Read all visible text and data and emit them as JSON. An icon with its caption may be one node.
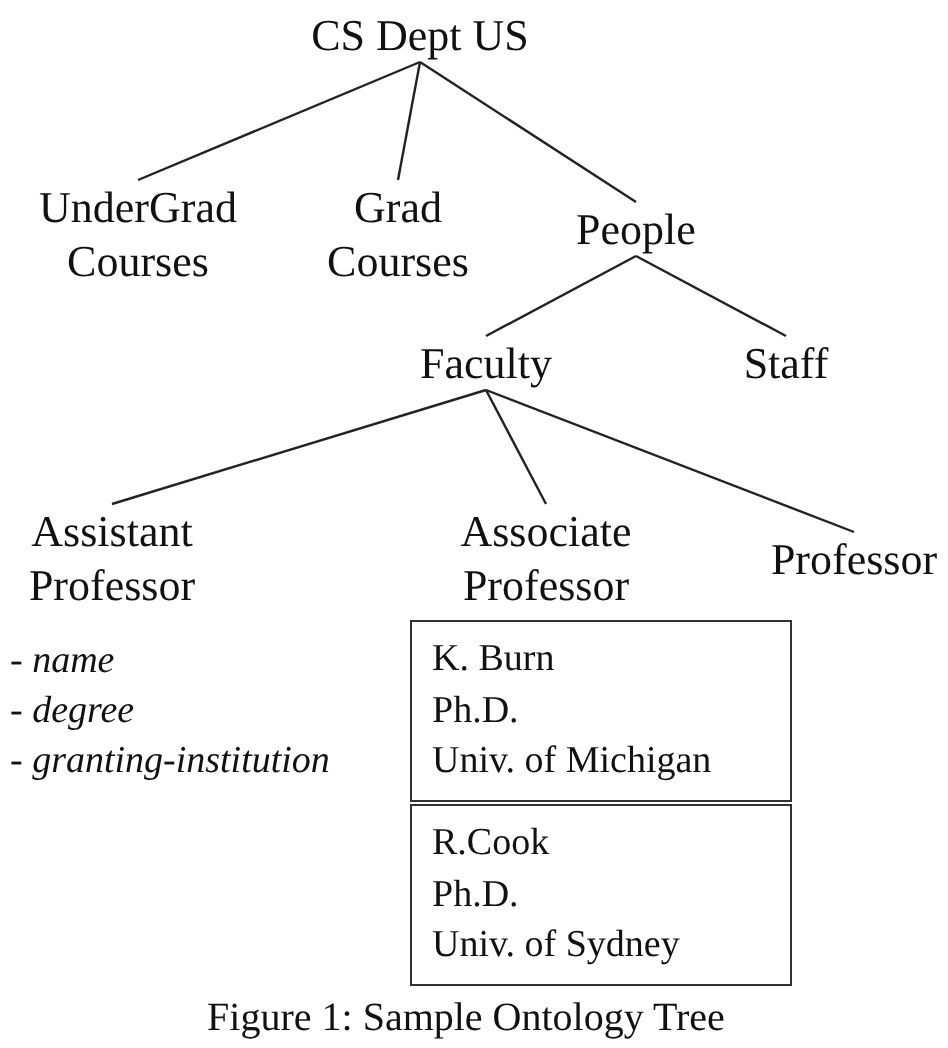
{
  "diagram": {
    "caption": "Figure 1: Sample Ontology Tree",
    "nodes": [
      {
        "text": [
          "CS Dept US"
        ]
      },
      {
        "text": [
          "UnderGrad Courses"
        ]
      },
      {
        "text": [
          "Grad Courses"
        ]
      },
      {
        "text": [
          "People"
        ]
      },
      {
        "text": [
          "Faculty"
        ]
      },
      {
        "text": [
          "Staff"
        ]
      },
      {
        "text": [
          "Assistant Professor"
        ],
        "beside": [
          "- name",
          "- degree",
          "- granting-institution"
        ]
      },
      {
        "text": [
          "Associate Professor"
        ]
      },
      {
        "text": [
          "Professor"
        ]
      },
      {
        "text": [
          "K. Burn",
          "Ph.D.",
          "Univ. of Michigan"
        ]
      },
      {
        "text": [
          "R.Cook",
          "Ph.D.",
          "Univ. of Sydney"
        ]
      }
    ],
    "edges": [
      {
        "from": 0,
        "to": 1,
        "arrow": "none"
      },
      {
        "from": 0,
        "to": 2,
        "arrow": "none"
      },
      {
        "from": 0,
        "to": 3,
        "arrow": "none"
      },
      {
        "from": 3,
        "to": 4,
        "arrow": "none"
      },
      {
        "from": 3,
        "to": 5,
        "arrow": "none"
      },
      {
        "from": 4,
        "to": 6,
        "arrow": "none"
      },
      {
        "from": 4,
        "to": 7,
        "arrow": "none"
      },
      {
        "from": 4,
        "to": 8,
        "arrow": "none"
      }
    ]
  }
}
